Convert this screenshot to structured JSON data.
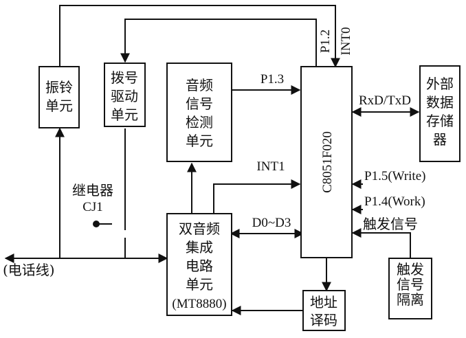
{
  "diagram": {
    "boxes": {
      "ringer": [
        "振铃",
        "单元"
      ],
      "dialer": [
        "拨号",
        "驱动",
        "单元"
      ],
      "tone_detect": [
        "音频",
        "信号",
        "检测",
        "单元"
      ],
      "mcu": "C8051F020",
      "ext_storage": [
        "外部",
        "数据",
        "存储",
        "器"
      ],
      "dtmf": [
        "双音频",
        "集成",
        "电路",
        "单元",
        "(MT8880)"
      ],
      "addr_decode": [
        "地址",
        "译码"
      ],
      "trigger_iso": [
        "触发",
        "信号",
        "隔离"
      ]
    },
    "labels": {
      "relay_name": "继电器",
      "relay_id": "CJ1",
      "phone_line": "(电话线)",
      "p13": "P1.3",
      "p12": "P1.2",
      "int0": "INT0",
      "rxdtxd": "RxD/TxD",
      "int1": "INT1",
      "d0d3": "D0~D3",
      "p15": "P1.5(Write)",
      "p14": "P1.4(Work)",
      "trigger": "触发信号"
    },
    "colors": {
      "stroke": "#111111",
      "background": "#ffffff"
    }
  }
}
